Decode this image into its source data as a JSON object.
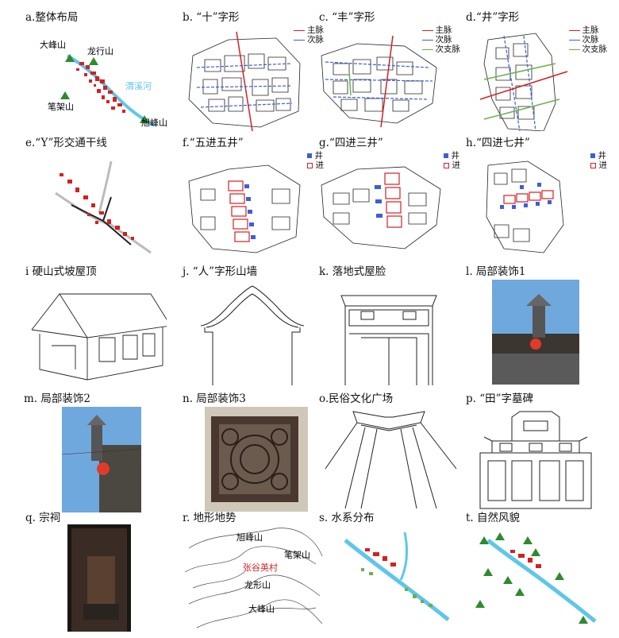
{
  "panels": {
    "a": {
      "label": "a.整体布局",
      "mountains": [
        "大峰山",
        "龙行山",
        "笔架山",
        "旭峰山"
      ],
      "river": "渭溪河"
    },
    "b": {
      "label": "b. “十”字形",
      "legend": [
        "主脉",
        "次脉"
      ]
    },
    "c": {
      "label": "c. “丰”字形",
      "legend": [
        "主脉",
        "次脉",
        "次支脉"
      ]
    },
    "d": {
      "label": "d.“井”字形",
      "legend": [
        "主脉",
        "次脉",
        "次支脉"
      ]
    },
    "e": {
      "label": "e.“Y”形交通干线"
    },
    "f": {
      "label": "f.“五进五井”",
      "legend": [
        "井",
        "进"
      ]
    },
    "g": {
      "label": "g.“四进三井”",
      "legend": [
        "井",
        "进"
      ]
    },
    "h": {
      "label": "h.“四进七井”",
      "legend": [
        "井",
        "进"
      ]
    },
    "i": {
      "label": "i 硬山式坡屋顶"
    },
    "j": {
      "label": "j. “人”字形山墙"
    },
    "k": {
      "label": "k. 落地式屋脸"
    },
    "l": {
      "label": "l. 局部装饰1"
    },
    "m": {
      "label": "m. 局部装饰2"
    },
    "n": {
      "label": "n. 局部装饰3"
    },
    "o": {
      "label": "o.民俗文化广场"
    },
    "p": {
      "label": "p. “田”字墓碑"
    },
    "q": {
      "label": "q. 宗祠"
    },
    "r": {
      "label": "r. 地形地势",
      "names": [
        "旭峰山",
        "笔架山",
        "张谷英村",
        "龙形山",
        "大峰山"
      ]
    },
    "s": {
      "label": "s. 水系分布"
    },
    "t": {
      "label": "t. 自然风貌"
    }
  },
  "colors": {
    "main": "#d42020",
    "secondary": "#3b5fd6",
    "branch": "#6ab04c",
    "river": "#5ec6ea",
    "mountain": "#2e8b2e"
  }
}
